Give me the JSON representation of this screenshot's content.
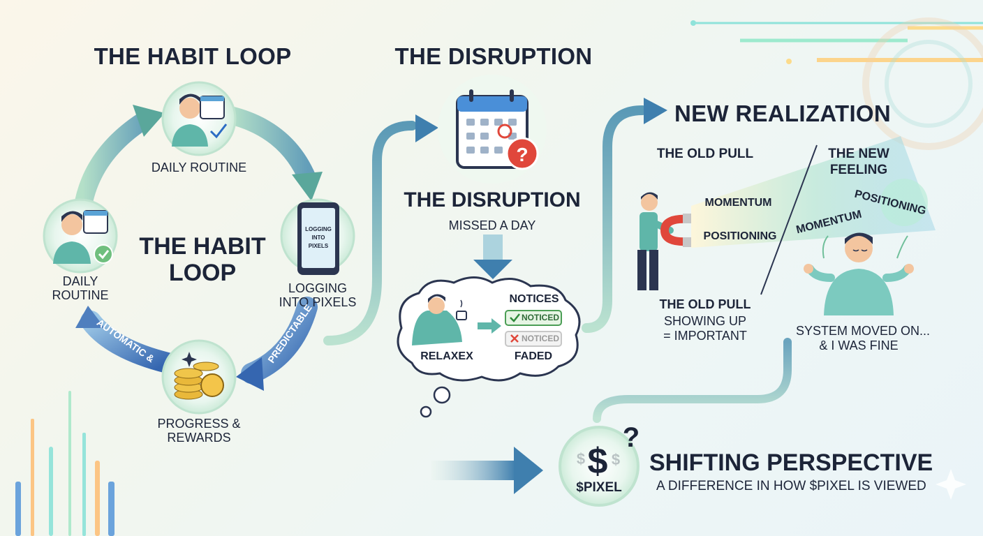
{
  "colors": {
    "navy": "#1c2438",
    "teal": "#4f9a93",
    "green": "#6fbf7e",
    "blue": "#3f72b8",
    "gold": "#e9b83a",
    "red": "#e0473b",
    "skin": "#f3c59f"
  },
  "habit": {
    "title": "THE HABIT LOOP",
    "center_line1": "THE HABIT",
    "center_line2": "LOOP",
    "node_top": "DAILY ROUTINE",
    "node_left_line1": "DAILY",
    "node_left_line2": "ROUTINE",
    "phone_screen": [
      "LOGGING",
      "INTO",
      "PIXELS"
    ],
    "node_right_line1": "LOGGING",
    "node_right_line2": "INTO PIXELS",
    "node_bottom_line1": "PROGRESS &",
    "node_bottom_line2": "REWARDS",
    "arrow_predictable": "PREDICTABLE",
    "arrow_automatic": "AUTOMATIC &"
  },
  "disruption": {
    "title": "THE DISRUPTION",
    "subtitle": "THE DISRUPTION",
    "caption": "MISSED A DAY",
    "cloud_relaxed": "RELAXEX",
    "cloud_notices": "NOTICES",
    "badge_noticed": "NOTICED",
    "badge_faded_noticed": "NOTICED",
    "cloud_faded": "FADED"
  },
  "realization": {
    "title": "NEW REALIZATION",
    "old_pull_heading": "THE OLD PULL",
    "new_feeling_line1": "THE NEW",
    "new_feeling_line2": "FEELING",
    "momentum_left": "MOMENTUM",
    "positioning_left": "POSITIONING",
    "momentum_right": "MOMENTUM",
    "positioning_right": "POSITIONING",
    "old_pull_label": "THE OLD PULL",
    "old_pull_desc1": "SHOWING UP",
    "old_pull_desc2": "= IMPORTANT",
    "new_desc1": "SYSTEM MOVED ON...",
    "new_desc2": "& I WAS FINE"
  },
  "perspective": {
    "coin_label": "$PIXEL",
    "title": "SHIFTING PERSPECTIVE",
    "subtitle": "A DIFFERENCE IN HOW $PIXEL IS VIEWED"
  }
}
